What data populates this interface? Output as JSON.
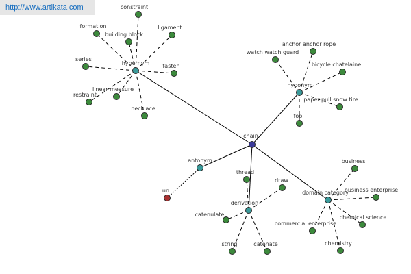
{
  "header": {
    "url_text": "http://www.artikata.com"
  },
  "colors": {
    "root": "#3b3a9a",
    "hub": "#3a9a9a",
    "leaf": "#3c8a3c",
    "antonym_leaf": "#a83232"
  },
  "graph": {
    "root": "chain",
    "hubs": [
      "hypernym",
      "hyponym",
      "antonym",
      "derivation",
      "domain category"
    ],
    "leaves": {
      "hypernym": [
        "constraint",
        "formation",
        "building block",
        "ligament",
        "series",
        "fasten",
        "restraint",
        "linear measure",
        "necklace"
      ],
      "hyponym": [
        "watch watch guard",
        "anchor anchor rope",
        "bicycle chatelaine",
        "paper pull snow tire",
        "fob"
      ],
      "antonym": [
        "un"
      ],
      "derivation": [
        "thread",
        "draw",
        "catenulate",
        "string",
        "catenate"
      ],
      "domain category": [
        "business",
        "business enterprise",
        "chemical science",
        "commercial enterprise",
        "chemistry"
      ]
    }
  }
}
